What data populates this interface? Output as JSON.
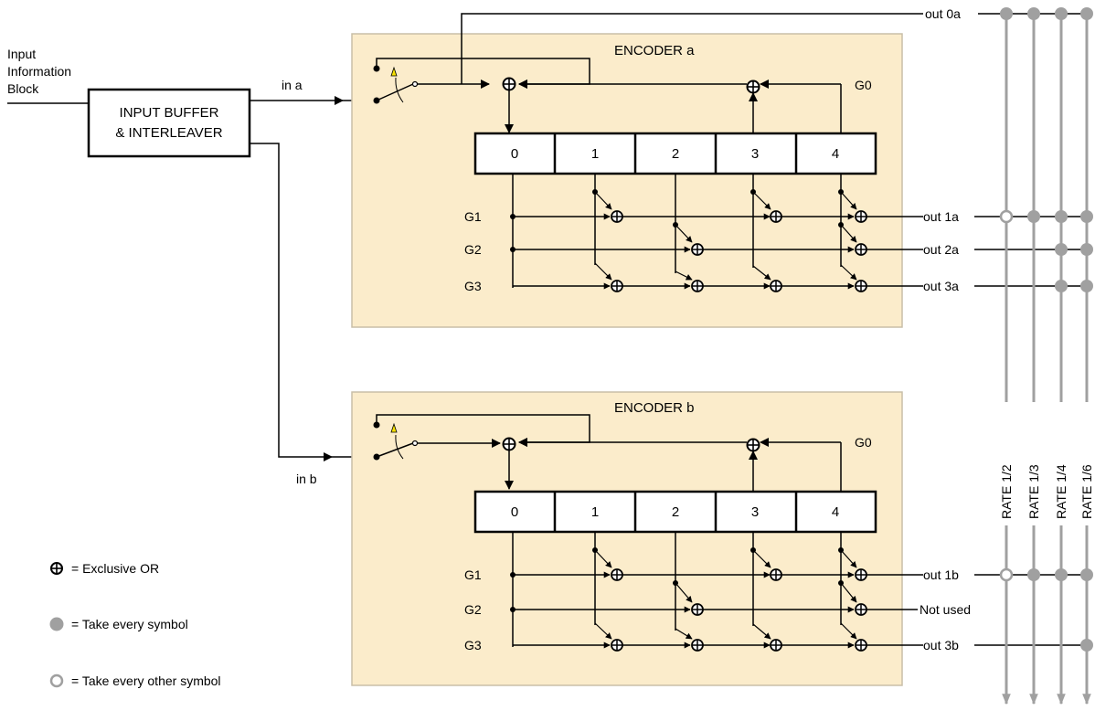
{
  "input_label": [
    "Input",
    "Information",
    "Block"
  ],
  "buffer": {
    "line1": "INPUT BUFFER",
    "line2": "& INTERLEAVER"
  },
  "encoders": [
    {
      "title": "ENCODER a",
      "input": "in a",
      "feedback": "G0",
      "register": [
        "0",
        "1",
        "2",
        "3",
        "4"
      ],
      "generators": [
        "G1",
        "G2",
        "G3"
      ],
      "outputs": [
        "out 1a",
        "out 2a",
        "out 3a"
      ],
      "systematic_output": "out 0a"
    },
    {
      "title": "ENCODER b",
      "input": "in b",
      "feedback": "G0",
      "register": [
        "0",
        "1",
        "2",
        "3",
        "4"
      ],
      "generators": [
        "G1",
        "G2",
        "G3"
      ],
      "outputs": [
        "out 1b",
        "Not used",
        "out 3b"
      ]
    }
  ],
  "rates": [
    "RATE 1/2",
    "RATE 1/3",
    "RATE 1/4",
    "RATE 1/6"
  ],
  "legend": {
    "xor": "= Exclusive OR",
    "every": "= Take every  symbol",
    "every_other": "= Take every other symbol"
  },
  "colors": {
    "encoder_fill": "#fbeccb",
    "encoder_border": "#c9bfa8",
    "rate_line": "#a0a0a0",
    "switch_mark": "#f5e000"
  }
}
